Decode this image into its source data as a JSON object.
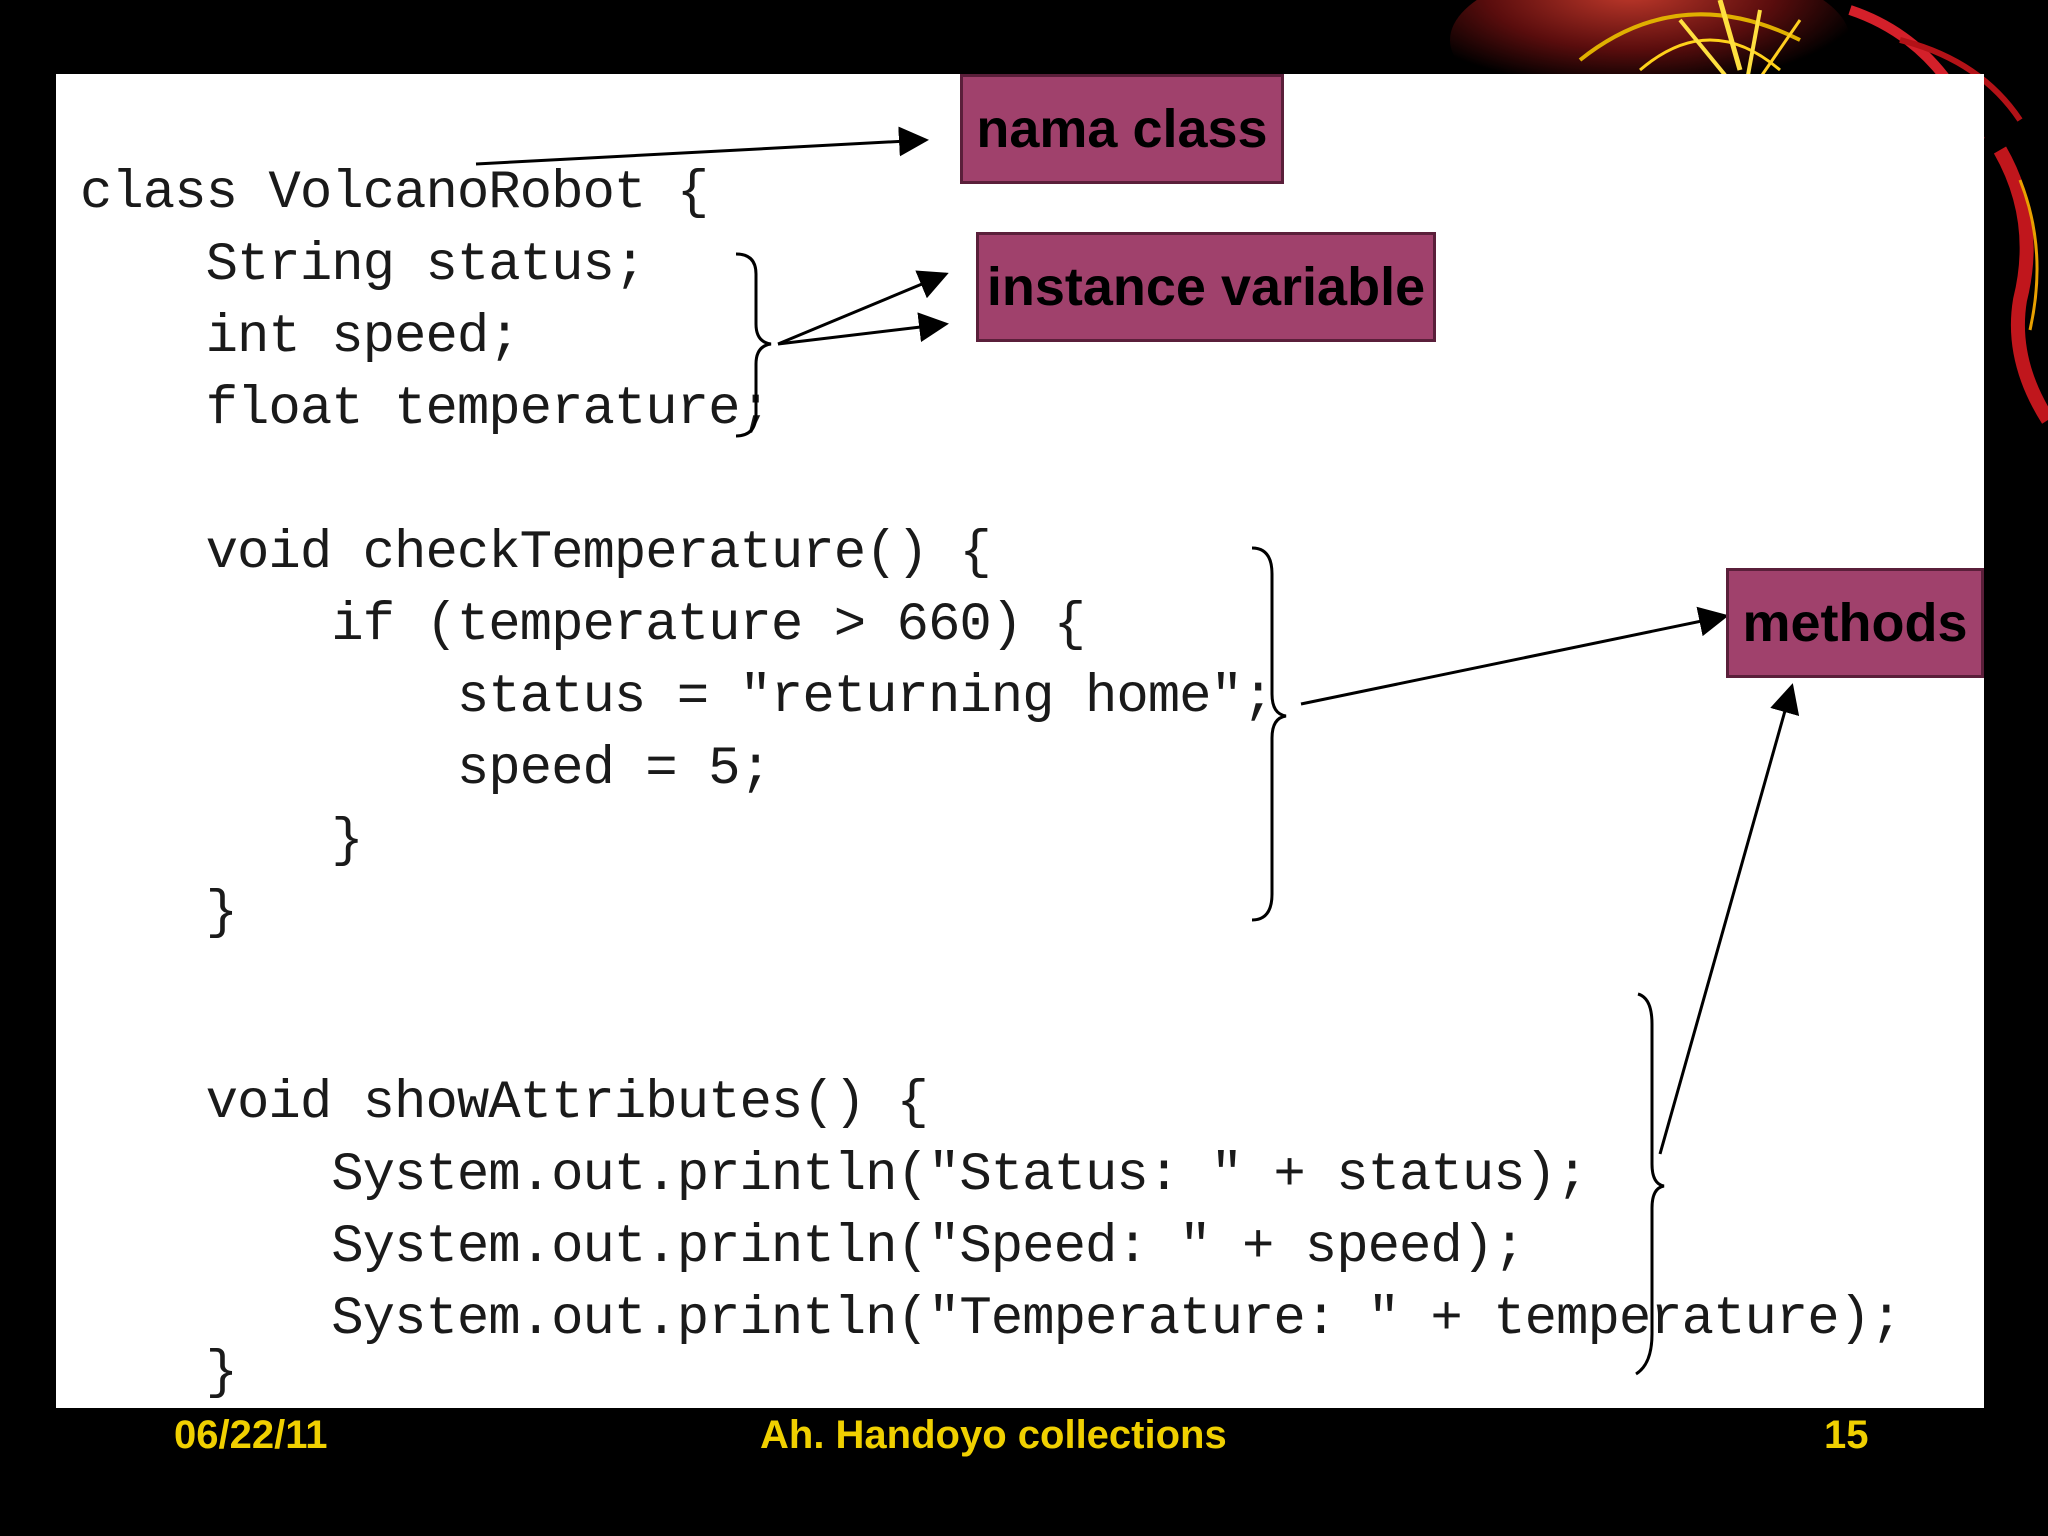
{
  "code": {
    "lines": [
      "class VolcanoRobot {",
      "    String status;",
      "    int speed;",
      "    float temperature;",
      "",
      "    void checkTemperature() {",
      "        if (temperature > 660) {",
      "            status = \"returning home\";",
      "            speed = 5;",
      "        }",
      "    }",
      "",
      "    void showAttributes() {",
      "        System.out.println(\"Status: \" + status);",
      "        System.out.println(\"Speed: \" + speed);",
      "        System.out.println(\"Temperature: \" + temperature);",
      "    }"
    ]
  },
  "annotations": {
    "class_name": "nama class",
    "instance_variable": "instance variable",
    "methods": "methods",
    "box_color": "#a0416c"
  },
  "footer": {
    "date": "06/22/11",
    "author": "Ah. Handoyo collections",
    "page_number": "15",
    "text_color": "#f0d000"
  }
}
